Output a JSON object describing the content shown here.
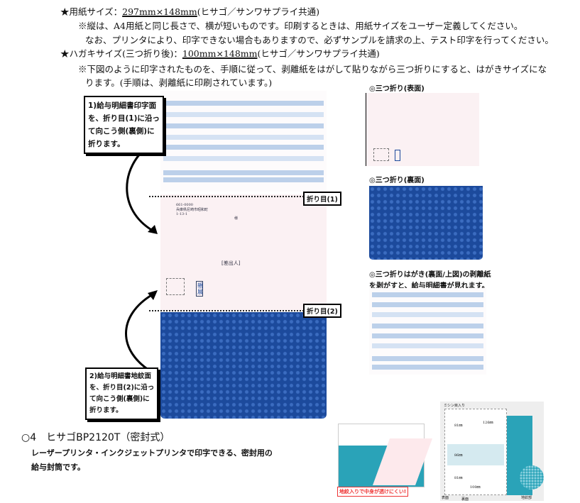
{
  "paper_size": {
    "label": "★用紙サイズ：",
    "value": "297mm×148mm",
    "suffix": "(ヒサゴ／サンワサプライ共通)"
  },
  "note1": "※縦は、A4用紙と同じ長さで、横が短いものです。印刷するときは、用紙サイズをユーザー定義してください。",
  "note2": "なお、プリンタにより、印字できない場合もありますので、必ずサンプルを請求の上、テスト印字を行ってください。",
  "postcard_size": {
    "label": "★ハガキサイズ(三つ折り後)：",
    "value": "100mm×148mm",
    "suffix": "(ヒサゴ／サンワサプライ共通)"
  },
  "note3": "※下図のように印字されたものを、手順に従って、剥離紙をはがして貼りながら三つ折りにすると、はがきサイズにな",
  "note4": "ります。(手順は、剥離紙に印刷されています。)",
  "callout1": [
    "1)給与明細書印字面",
    "を、折り目(1)に沿っ",
    "て向こう側(裏側)に",
    "折ります。"
  ],
  "callout2": [
    "2)給与明細書地紋面",
    "を、折り目(2)に沿っ",
    "て向こう側(裏側)に",
    "折ります。"
  ],
  "fold1": "折り目(1)",
  "fold2": "折り目(2)",
  "sender": "[差出人]",
  "recipient_suffix": "様",
  "seal": "親展",
  "front_caption": "◎三つ折り(表面)",
  "back_caption": "◎三つ折り(裏面)",
  "peel_caption": [
    "◎三つ折りはがき(裏面/上図)の剥離紙",
    "を剥がすと、給与明細書が見れます。"
  ],
  "product": {
    "title": "○4　ヒサゴBP2120T（密封式）",
    "desc1": "レーザープリンタ・インクジェットプリンタで印字できる、密封用の",
    "desc2": "給与封筒です。"
  },
  "product_img": {
    "banner": "地紋入りで中身が透けにくい!",
    "perforation": "ミシン目入り",
    "dims": [
      "81㎜",
      "126㎜",
      "86㎜",
      "81㎜",
      "100㎜"
    ],
    "labels": [
      "表面",
      "裏面",
      "地紋部"
    ]
  },
  "colors": {
    "navy": "#1c4a9c",
    "teal": "#2aa3b8",
    "pink": "#fbf1f3"
  }
}
